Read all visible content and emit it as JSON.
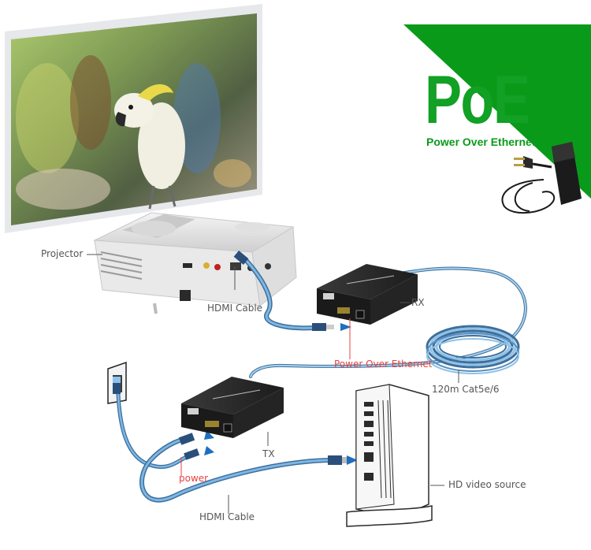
{
  "badge": {
    "title": "PoE",
    "subtitle": "Power Over Ethernet",
    "green": "#0a9a1a",
    "title_color": "#12a025"
  },
  "labels": {
    "projector": "Projector",
    "hdmi_top": "HDMI Cable",
    "rx": "RX",
    "poe_link": "Power Over Ethernet",
    "cat": "120m Cat5e/6",
    "tx": "TX",
    "power": "power",
    "hd_source": "HD video source",
    "hdmi_bottom": "HDMI Cable"
  },
  "colors": {
    "cable": "#7eb6e4",
    "cable_dark": "#3d6f9a",
    "label_red": "#e8413e",
    "device": "#2b2b2b"
  },
  "icons": [
    "projector-icon",
    "power-adapter-icon",
    "wall-outlet-icon",
    "pc-tower-icon"
  ]
}
